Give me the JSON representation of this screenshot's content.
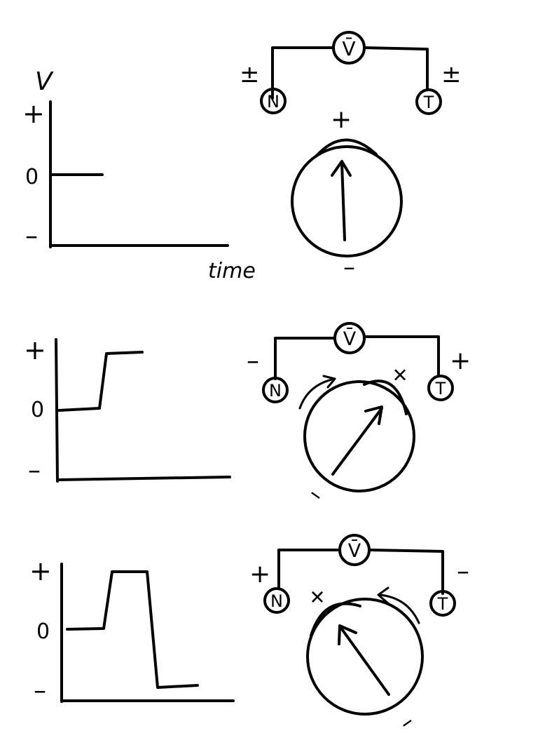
{
  "panels": [
    {
      "graph": {
        "y_axis_label": "V",
        "x_axis_label": "time",
        "tick_plus": "+",
        "tick_zero": "0",
        "tick_minus": "–"
      },
      "circuit": {
        "meter_label": "V̄",
        "left_node": "N",
        "right_node": "T",
        "left_sign": "±",
        "right_sign": "±",
        "dipole_top_sign": "+",
        "dipole_bottom_sign": "–"
      }
    },
    {
      "graph": {
        "tick_plus": "+",
        "tick_zero": "0",
        "tick_minus": "–"
      },
      "circuit": {
        "meter_label": "V̄",
        "left_node": "N",
        "right_node": "T",
        "left_sign": "–",
        "right_sign": "+",
        "dipole_top_sign": "+",
        "dipole_bottom_sign": "–"
      }
    },
    {
      "graph": {
        "tick_plus": "+",
        "tick_zero": "0",
        "tick_minus": "–"
      },
      "circuit": {
        "meter_label": "V̄",
        "left_node": "N",
        "right_node": "T",
        "left_sign": "+",
        "right_sign": "–",
        "dipole_top_sign": "+",
        "dipole_bottom_sign": "–"
      }
    }
  ]
}
